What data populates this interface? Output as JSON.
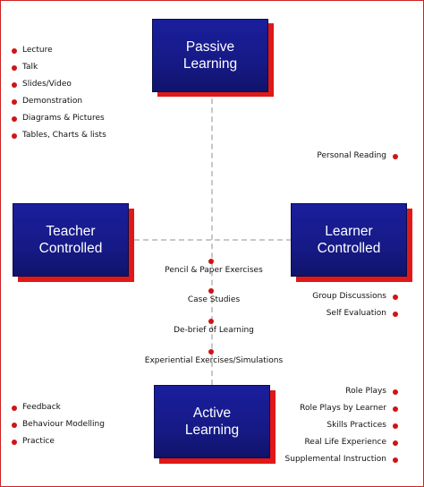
{
  "quadrants": {
    "passive": [
      "Passive",
      "Learning"
    ],
    "active": [
      "Active",
      "Learning"
    ],
    "teacher": [
      "Teacher",
      "Controlled"
    ],
    "learner": [
      "Learner",
      "Controlled"
    ]
  },
  "left_top_list": [
    "Lecture",
    "Talk",
    "Slides/Video",
    "Demonstration",
    "Diagrams & Pictures",
    "Tables, Charts & lists"
  ],
  "personal_reading": "Personal Reading",
  "center_list": [
    "Pencil & Paper Exercises",
    "Case Studies",
    "De-brief of Learning",
    "Experiential Exercises/Simulations"
  ],
  "right_mid_list": [
    "Group Discussions",
    "Self Evaluation"
  ],
  "left_bottom_list": [
    "Feedback",
    "Behaviour Modelling",
    "Practice"
  ],
  "right_bottom_list": [
    "Role Plays",
    "Role Plays by Learner",
    "Skills Practices",
    "Real Life Experience",
    "Supplemental Instruction"
  ],
  "colors": {
    "box": "#161a86",
    "shadow": "#e01818",
    "dot": "#d01414",
    "axis": "#c8c8c8",
    "border": "#cc2222"
  }
}
